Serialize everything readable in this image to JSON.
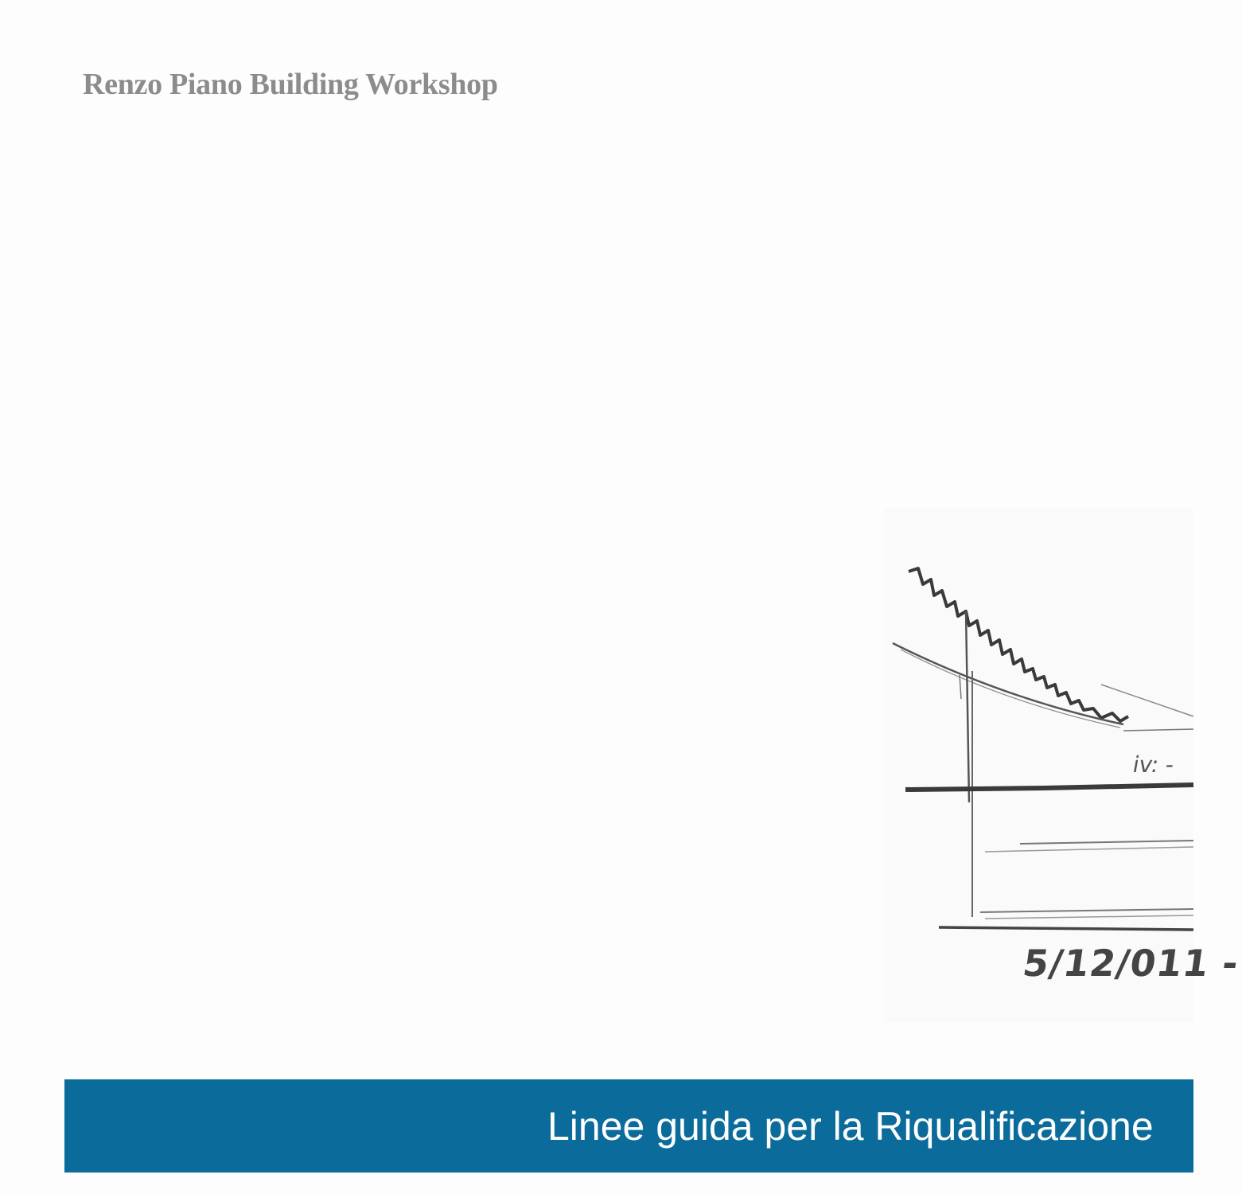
{
  "header": {
    "firm_name": "Renzo Piano Building Workshop"
  },
  "sketch": {
    "date_text": "5/12/011 -",
    "note_text": "iv: -"
  },
  "title_band": {
    "text": "Linee guida per la Riqualificazione",
    "color": "#0b6b9a"
  }
}
